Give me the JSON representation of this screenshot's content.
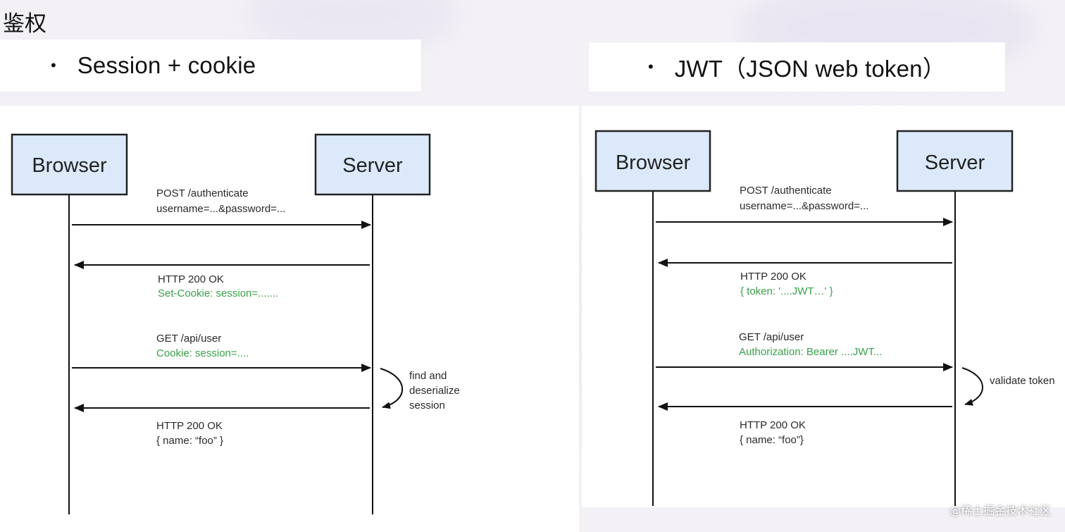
{
  "title": "鉴权",
  "colors": {
    "box_fill": "#dbe9fb",
    "box_stroke": "#222222",
    "green_text": "#3aa04a",
    "dark_text": "#2a2a2a"
  },
  "left": {
    "bullet": "•",
    "heading": "Session + cookie",
    "browser_label": "Browser",
    "server_label": "Server",
    "messages": [
      {
        "line1": "POST /authenticate",
        "line2": "username=...&password=...",
        "line2_color": "dark"
      },
      {
        "line1": "HTTP 200 OK",
        "line2": "Set-Cookie: session=.......",
        "line2_color": "green"
      },
      {
        "line1": "GET /api/user",
        "line2": "Cookie: session=....",
        "line2_color": "green"
      },
      {
        "line1": "HTTP 200 OK",
        "line2": "{  name: “foo” }",
        "line2_color": "dark"
      }
    ],
    "note": [
      "find and",
      "deserialize",
      "session"
    ]
  },
  "right": {
    "bullet": "•",
    "heading": "JWT（JSON web token）",
    "browser_label": "Browser",
    "server_label": "Server",
    "messages": [
      {
        "line1": "POST /authenticate",
        "line2": "username=...&password=...",
        "line2_color": "dark"
      },
      {
        "line1": "HTTP 200 OK",
        "line2": "{ token: '....JWT…' }",
        "line2_color": "green"
      },
      {
        "line1": "GET /api/user",
        "line2": "Authorization: Bearer ....JWT...",
        "line2_color": "green"
      },
      {
        "line1": "HTTP 200 OK",
        "line2": "{ name: “foo”}",
        "line2_color": "dark"
      }
    ],
    "note": [
      "validate token"
    ]
  },
  "watermark": "@稀土掘金技术社区"
}
